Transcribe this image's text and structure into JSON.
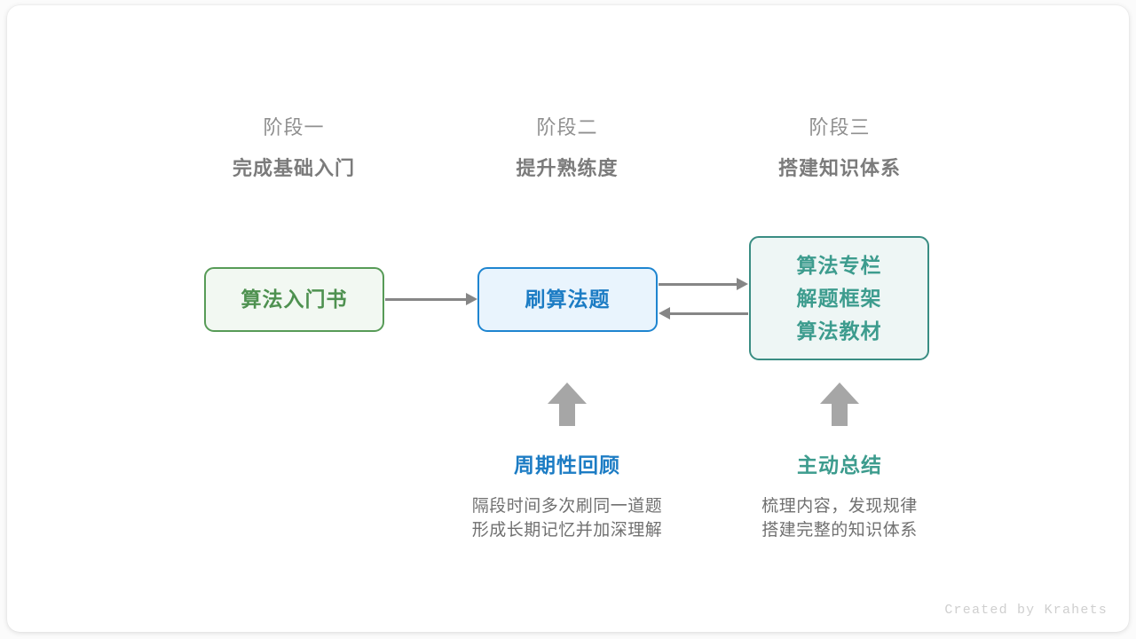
{
  "stages": [
    {
      "sub": "阶段一",
      "title": "完成基础入门"
    },
    {
      "sub": "阶段二",
      "title": "提升熟练度"
    },
    {
      "sub": "阶段三",
      "title": "搭建知识体系"
    }
  ],
  "nodes": {
    "book": {
      "label": "算法入门书",
      "color": "#4e9150",
      "border": "#579b57",
      "fill": "#f2f8f2"
    },
    "practice": {
      "label": "刷算法题",
      "color": "#1c7cc4",
      "border": "#1e85d0",
      "fill": "#e9f4fd"
    },
    "system": {
      "lines": [
        "算法专栏",
        "解题框架",
        "算法教材"
      ],
      "color": "#3d9c8e",
      "border": "#3a8d83",
      "fill": "#eef6f5"
    }
  },
  "arrows": {
    "book_to_practice": "arrow-right",
    "practice_to_system": "arrow-right",
    "system_to_practice": "arrow-left",
    "review_up": "arrow-up",
    "summary_up": "arrow-up",
    "color": "#868686",
    "up_color": "#a6a6a6"
  },
  "notes": [
    {
      "title": "周期性回顾",
      "color": "#1c7cc4",
      "desc": [
        "隔段时间多次刷同一道题",
        "形成长期记忆并加深理解"
      ]
    },
    {
      "title": "主动总结",
      "color": "#3d9c8e",
      "desc": [
        "梳理内容，发现规律",
        "搭建完整的知识体系"
      ]
    }
  ],
  "watermark": "Created by Krahets"
}
